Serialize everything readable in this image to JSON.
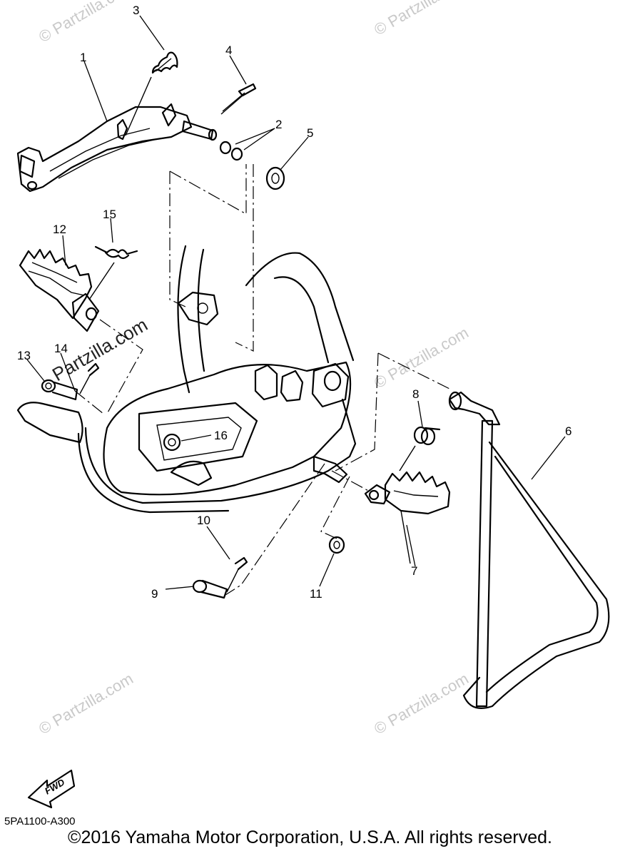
{
  "callouts": [
    "1",
    "2",
    "3",
    "4",
    "5",
    "6",
    "7",
    "8",
    "9",
    "10",
    "11",
    "12",
    "13",
    "14",
    "15",
    "16"
  ],
  "watermark": "© Partzilla.com",
  "watermark_center": "Partzilla.com",
  "fwd_label": "FWD",
  "diagram_code": "5PA1100-A300",
  "copyright": "©2016 Yamaha Motor Corporation, U.S.A. All rights reserved."
}
